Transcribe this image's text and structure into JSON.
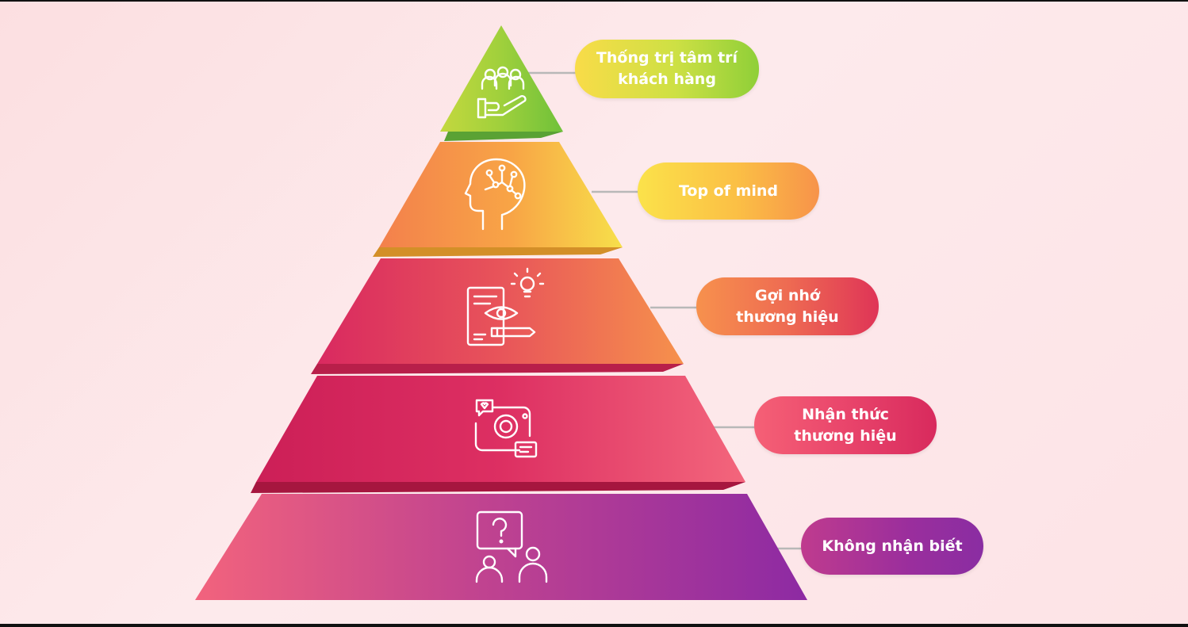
{
  "colors": {
    "background": "#fdeaec",
    "tier_top": "#9ccf3a",
    "tier_second": "#f8a845",
    "tier_third": "#e9485f",
    "tier_fourth": "#d82a5d",
    "tier_base": "#9a2e9d",
    "connector": "#b8b8b8",
    "icon_stroke": "#ffffff"
  },
  "pyramid": {
    "tiers": [
      {
        "label_lines": [
          "Thống trị tâm trí",
          "khách hàng"
        ],
        "icon": "people-in-hand-icon"
      },
      {
        "label_lines": [
          "Top of mind"
        ],
        "icon": "brain-head-icon"
      },
      {
        "label_lines": [
          "Gợi nhớ",
          "thương hiệu"
        ],
        "icon": "phone-eye-lightbulb-icon"
      },
      {
        "label_lines": [
          "Nhận thức",
          "thương hiệu"
        ],
        "icon": "camera-chat-icon"
      },
      {
        "label_lines": [
          "Không nhận biết"
        ],
        "icon": "question-people-icon"
      }
    ]
  }
}
